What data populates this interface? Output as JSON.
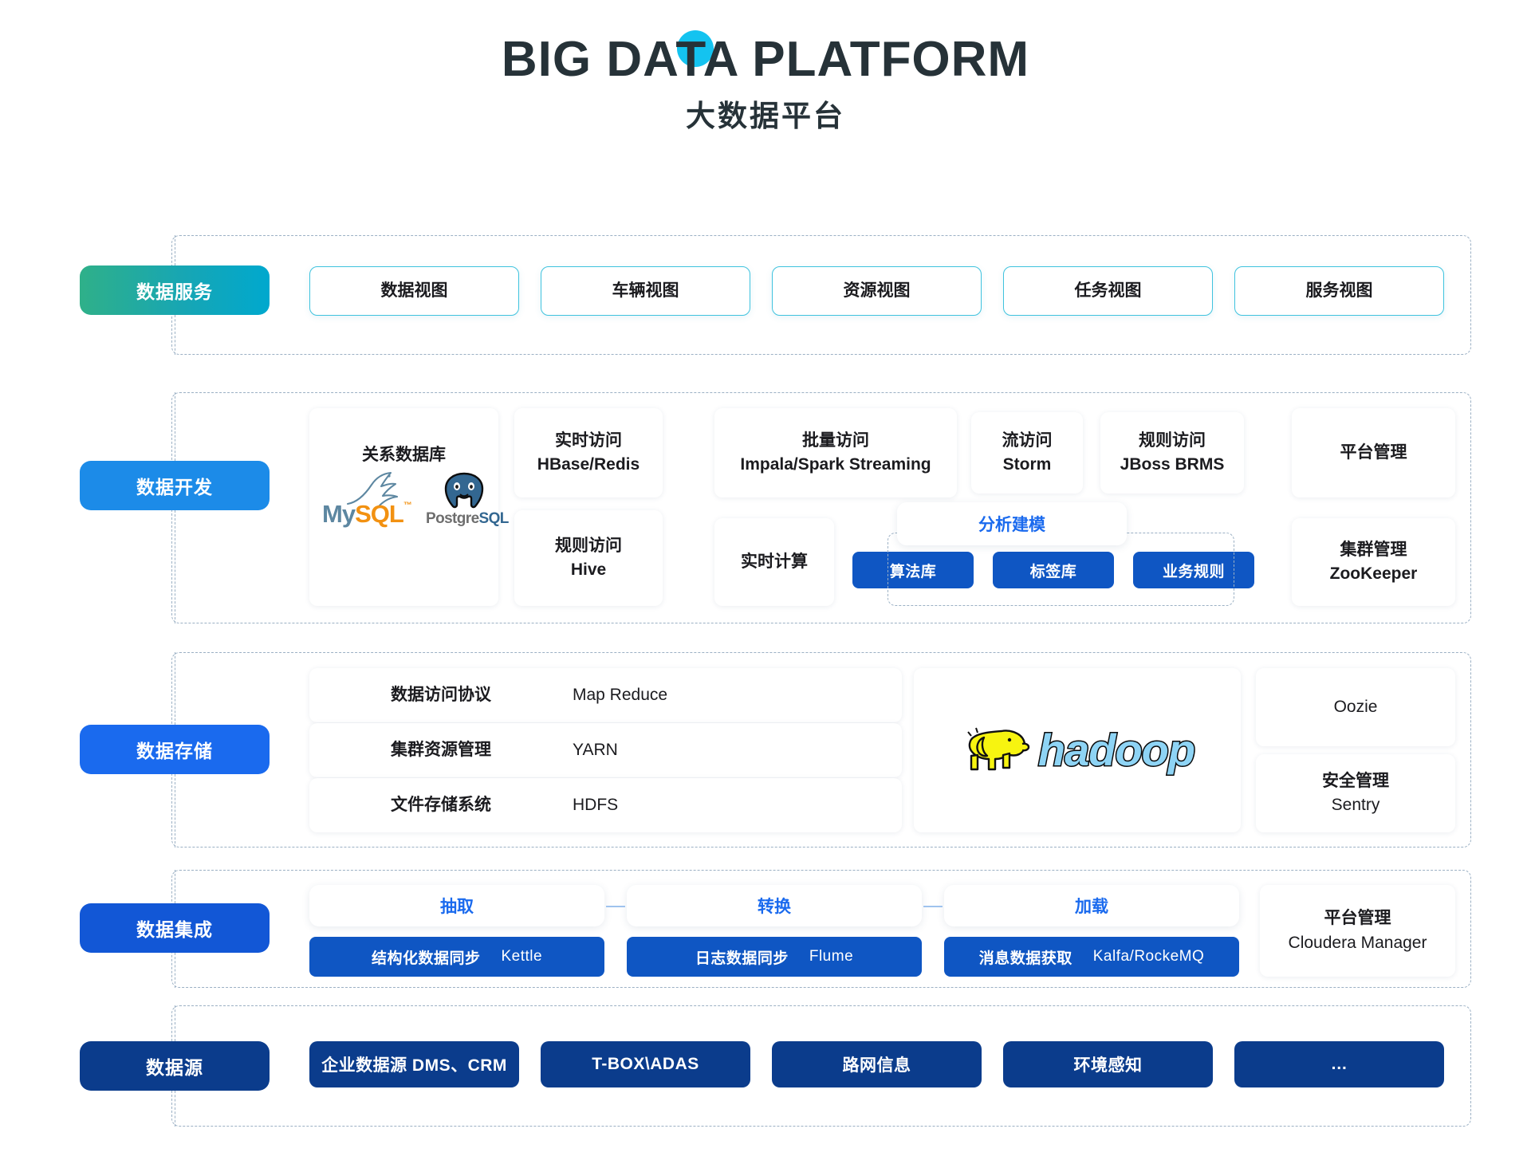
{
  "title": {
    "main_before": "BIG DA",
    "main_t": "T",
    "main_after": "A PLATFORM",
    "sub": "大数据平台",
    "accent": "#14C3F0"
  },
  "layers": [
    {
      "id": "data-service",
      "label": "数据服务",
      "color": "#2FB089",
      "items": [
        "数据视图",
        "车辆视图",
        "资源视图",
        "任务视图",
        "服务视图"
      ]
    },
    {
      "id": "data-development",
      "label": "数据开发",
      "color": "#1C8BE8",
      "rdbms": {
        "title": "关系数据库",
        "logos": [
          "MySQL",
          "PostgreSQL"
        ]
      },
      "cards": [
        {
          "l1": "实时访问",
          "l2": "HBase/Redis"
        },
        {
          "l1": "批量访问",
          "l2": "Impala/Spark Streaming"
        },
        {
          "l1": "流访问",
          "l2": "Storm"
        },
        {
          "l1": "规则访问",
          "l2": "JBoss BRMS"
        },
        {
          "l1": "平台管理",
          "l2": ""
        },
        {
          "l1": "规则访问",
          "l2": "Hive"
        },
        {
          "l1": "实时计算",
          "l2": ""
        },
        {
          "l1": "集群管理",
          "l2": "ZooKeeper"
        }
      ],
      "modeling": {
        "title": "分析建模",
        "pills": [
          "算法库",
          "标签库",
          "业务规则"
        ]
      }
    },
    {
      "id": "data-storage",
      "label": "数据存储",
      "color": "#1A6AEE",
      "rows": [
        {
          "name": "数据访问协议",
          "value": "Map Reduce"
        },
        {
          "name": "集群资源管理",
          "value": "YARN"
        },
        {
          "name": "文件存储系统",
          "value": "HDFS"
        }
      ],
      "logo": "hadoop",
      "side": [
        {
          "l1": "Oozie",
          "l2": ""
        },
        {
          "l1": "安全管理",
          "l2": "Sentry"
        }
      ]
    },
    {
      "id": "data-integration",
      "label": "数据集成",
      "color": "#1257D6",
      "stages": [
        {
          "title": "抽取",
          "name": "结构化数据同步",
          "tool": "Kettle"
        },
        {
          "title": "转换",
          "name": "日志数据同步",
          "tool": "Flume"
        },
        {
          "title": "加载",
          "name": "消息数据获取",
          "tool": "Kalfa/RockeMQ"
        }
      ],
      "side": {
        "l1": "平台管理",
        "l2": "Cloudera Manager"
      }
    },
    {
      "id": "data-source",
      "label": "数据源",
      "color": "#0B3C8C",
      "items": [
        "企业数据源  DMS、CRM",
        "T-BOX\\ADAS",
        "路网信息",
        "环境感知",
        "…"
      ]
    }
  ]
}
